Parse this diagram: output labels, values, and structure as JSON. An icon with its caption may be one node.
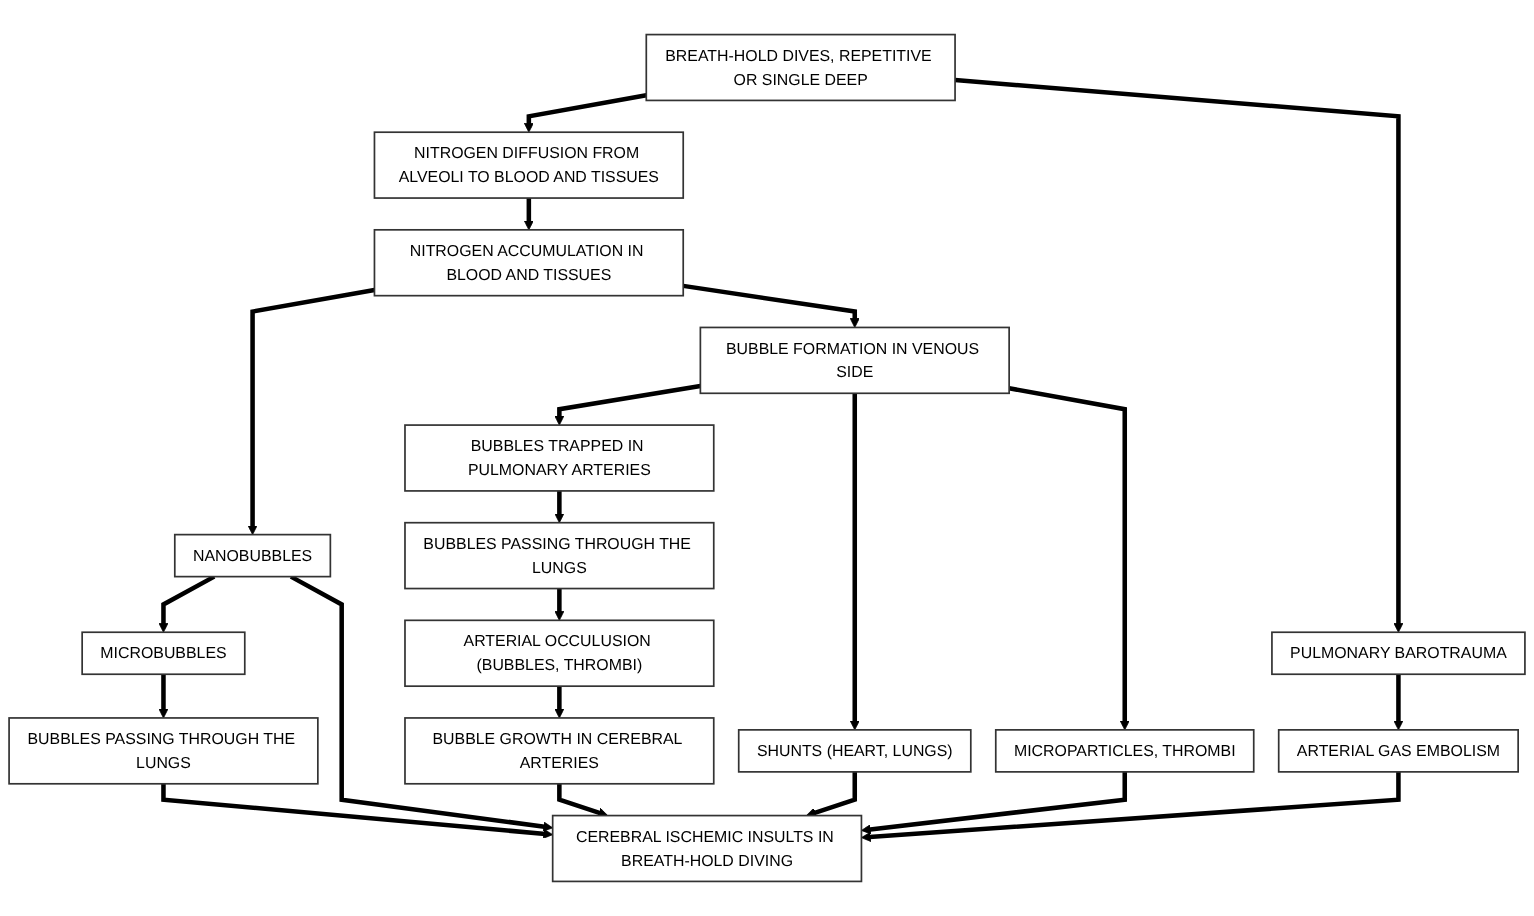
{
  "diagram": {
    "nodes": [
      {
        "text": [
          "BREATH-HOLD DIVES, REPETITIVE OR SINGLE DEEP"
        ]
      },
      {
        "text": [
          "NITROGEN DIFFUSION FROM ALVEOLI TO BLOOD AND TISSUES"
        ]
      },
      {
        "text": [
          "NITROGEN ACCUMULATION IN BLOOD AND TISSUES"
        ]
      },
      {
        "text": [
          "PULMONARY BAROTRAUMA"
        ]
      },
      {
        "text": [
          "BUBBLE FORMATION IN VENOUS SIDE"
        ]
      },
      {
        "text": [
          "NANOBUBBLES"
        ]
      },
      {
        "text": [
          "ARTERIAL GAS EMBOLISM"
        ]
      },
      {
        "text": [
          "BUBBLES TRAPPED IN PULMONARY ARTERIES"
        ]
      },
      {
        "text": [
          "MICROBUBBLES"
        ]
      },
      {
        "text": [
          "MICROPARTICLES, THROMBI"
        ]
      },
      {
        "text": [
          "BUBBLES PASSING THROUGH THE LUNGS"
        ]
      },
      {
        "text": [
          "BUBBLES PASSING THROUGH THE LUNGS"
        ]
      },
      {
        "text": [
          "ARTERIAL OCCULUSION (BUBBLES, THROMBI)"
        ]
      },
      {
        "text": [
          "SHUNTS (HEART, LUNGS)"
        ]
      },
      {
        "text": [
          "BUBBLE GROWTH IN CEREBRAL ARTERIES"
        ]
      },
      {
        "text": [
          "CEREBRAL ISCHEMIC INSULTS IN BREATH-HOLD DIVING"
        ]
      }
    ],
    "edges": [
      {
        "from": 0,
        "to": 1,
        "arrow": "to"
      },
      {
        "from": 0,
        "to": 3,
        "arrow": "to"
      },
      {
        "from": 1,
        "to": 2,
        "arrow": "to"
      },
      {
        "from": 2,
        "to": 5,
        "arrow": "to"
      },
      {
        "from": 2,
        "to": 4,
        "arrow": "to"
      },
      {
        "from": 3,
        "to": 6,
        "arrow": "to"
      },
      {
        "from": 4,
        "to": 7,
        "arrow": "to"
      },
      {
        "from": 4,
        "to": 13,
        "arrow": "to"
      },
      {
        "from": 4,
        "to": 9,
        "arrow": "to"
      },
      {
        "from": 5,
        "to": 8,
        "arrow": "to"
      },
      {
        "from": 5,
        "to": 15,
        "arrow": "to"
      },
      {
        "from": 6,
        "to": 15,
        "arrow": "to"
      },
      {
        "from": 7,
        "to": 11,
        "arrow": "to"
      },
      {
        "from": 8,
        "to": 10,
        "arrow": "to"
      },
      {
        "from": 11,
        "to": 12,
        "arrow": "to"
      },
      {
        "from": 9,
        "to": 15,
        "arrow": "to"
      },
      {
        "from": 13,
        "to": 15,
        "arrow": "to"
      },
      {
        "from": 12,
        "to": 14,
        "arrow": "to"
      },
      {
        "from": 10,
        "to": 15,
        "arrow": "to"
      },
      {
        "from": 14,
        "to": 15,
        "arrow": "to"
      }
    ]
  }
}
